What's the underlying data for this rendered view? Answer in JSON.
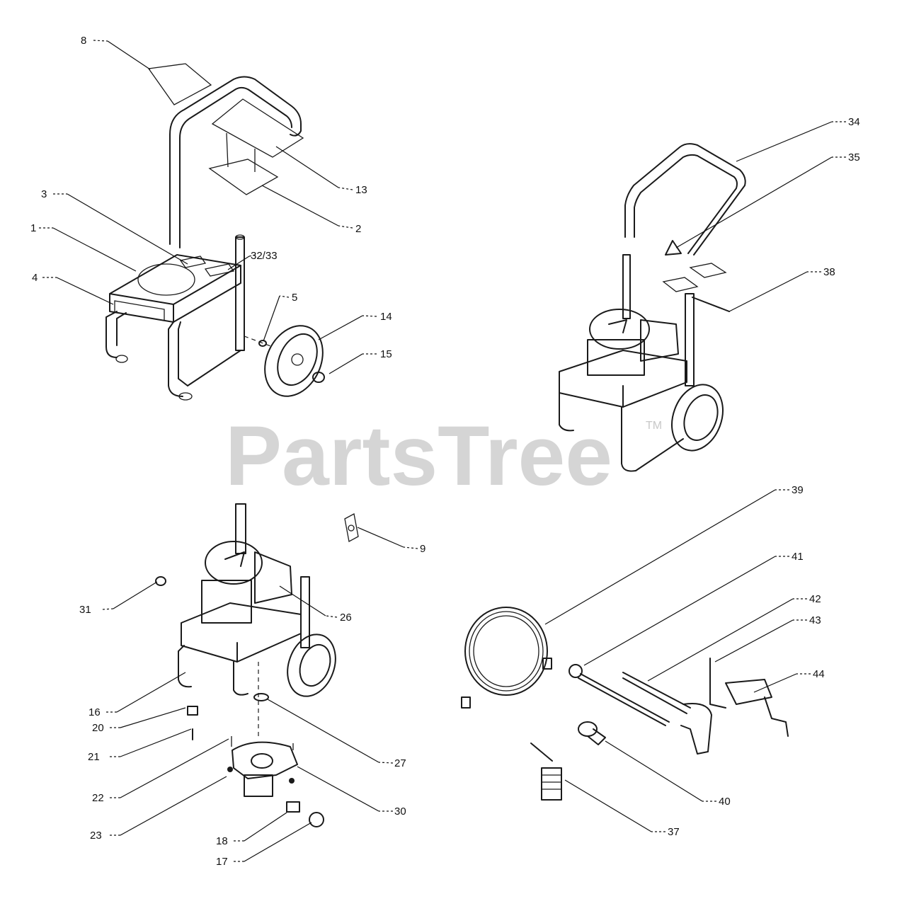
{
  "watermark": {
    "text": "PartsTree",
    "mark": "TM"
  },
  "callouts": [
    {
      "id": "8",
      "label": "8"
    },
    {
      "id": "13",
      "label": "13"
    },
    {
      "id": "2",
      "label": "2"
    },
    {
      "id": "3",
      "label": "3"
    },
    {
      "id": "1",
      "label": "1"
    },
    {
      "id": "32-33",
      "label": "32/33"
    },
    {
      "id": "4",
      "label": "4"
    },
    {
      "id": "5",
      "label": "5"
    },
    {
      "id": "14",
      "label": "14"
    },
    {
      "id": "15",
      "label": "15"
    },
    {
      "id": "34",
      "label": "34"
    },
    {
      "id": "35",
      "label": "35"
    },
    {
      "id": "38",
      "label": "38"
    },
    {
      "id": "39",
      "label": "39"
    },
    {
      "id": "41",
      "label": "41"
    },
    {
      "id": "42",
      "label": "42"
    },
    {
      "id": "43",
      "label": "43"
    },
    {
      "id": "44",
      "label": "44"
    },
    {
      "id": "9",
      "label": "9"
    },
    {
      "id": "31",
      "label": "31"
    },
    {
      "id": "26",
      "label": "26"
    },
    {
      "id": "16",
      "label": "16"
    },
    {
      "id": "20",
      "label": "20"
    },
    {
      "id": "21",
      "label": "21"
    },
    {
      "id": "22",
      "label": "22"
    },
    {
      "id": "23",
      "label": "23"
    },
    {
      "id": "27",
      "label": "27"
    },
    {
      "id": "30",
      "label": "30"
    },
    {
      "id": "18",
      "label": "18"
    },
    {
      "id": "17",
      "label": "17"
    },
    {
      "id": "40",
      "label": "40"
    },
    {
      "id": "37",
      "label": "37"
    }
  ]
}
